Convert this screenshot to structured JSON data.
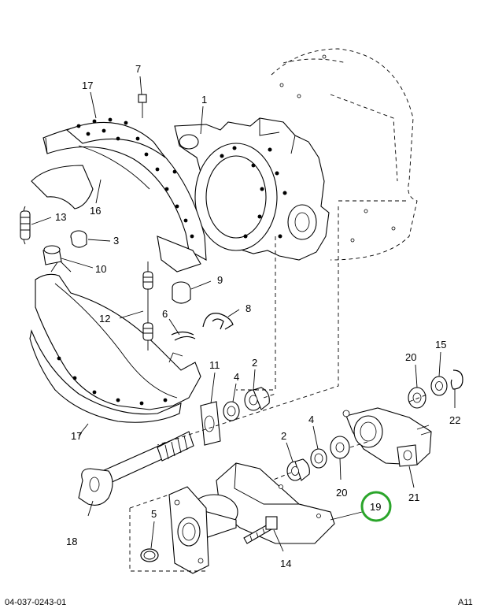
{
  "callouts": [
    {
      "id": "c1",
      "text": "1"
    },
    {
      "id": "c2a",
      "text": "2"
    },
    {
      "id": "c2b",
      "text": "2"
    },
    {
      "id": "c3",
      "text": "3"
    },
    {
      "id": "c4a",
      "text": "4"
    },
    {
      "id": "c4b",
      "text": "4"
    },
    {
      "id": "c5",
      "text": "5"
    },
    {
      "id": "c6",
      "text": "6"
    },
    {
      "id": "c7",
      "text": "7"
    },
    {
      "id": "c8",
      "text": "8"
    },
    {
      "id": "c9",
      "text": "9"
    },
    {
      "id": "c10",
      "text": "10"
    },
    {
      "id": "c11",
      "text": "11"
    },
    {
      "id": "c12",
      "text": "12"
    },
    {
      "id": "c13",
      "text": "13"
    },
    {
      "id": "c14",
      "text": "14"
    },
    {
      "id": "c15",
      "text": "15"
    },
    {
      "id": "c16",
      "text": "16"
    },
    {
      "id": "c17a",
      "text": "17"
    },
    {
      "id": "c17b",
      "text": "17"
    },
    {
      "id": "c18",
      "text": "18"
    },
    {
      "id": "c19",
      "text": "19"
    },
    {
      "id": "c20a",
      "text": "20"
    },
    {
      "id": "c20b",
      "text": "20"
    },
    {
      "id": "c21",
      "text": "21"
    },
    {
      "id": "c22",
      "text": "22"
    }
  ],
  "highlight_color": "#2aa52a",
  "footer": {
    "drawing_number": "04-037-0243-01",
    "page_ref": "A11"
  }
}
